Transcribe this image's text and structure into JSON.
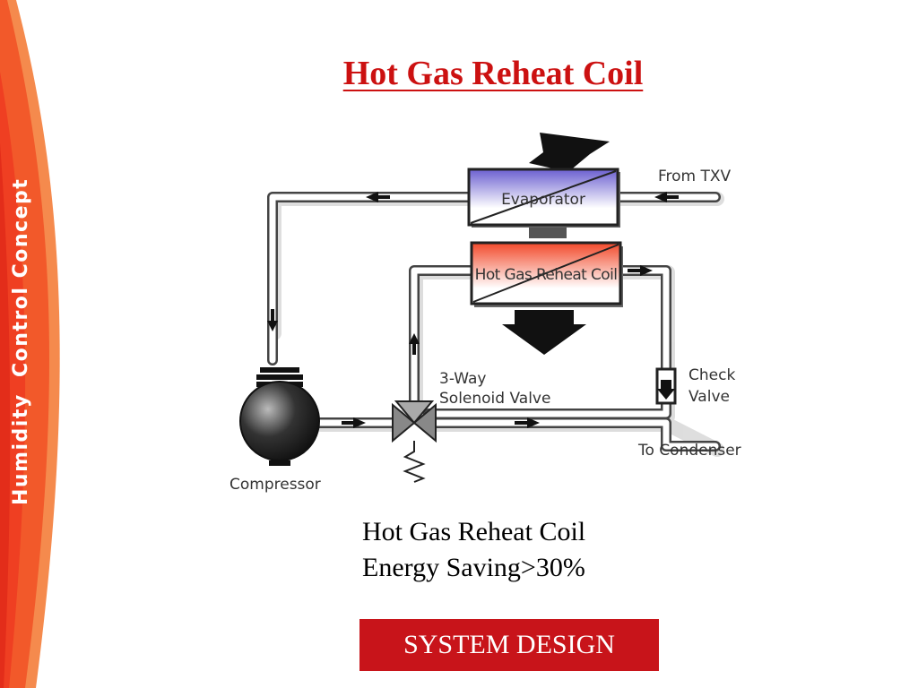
{
  "sidebar": {
    "label": "Humidity  Control Concept"
  },
  "title": "Hot Gas Reheat Coil",
  "diagram": {
    "evaporator": "Evaporator",
    "reheat_coil": "Hot Gas Reheat Coil",
    "from_txv": "From TXV",
    "check_valve": [
      "Check",
      "Valve"
    ],
    "solenoid_valve": [
      "3-Way",
      "Solenoid Valve"
    ],
    "to_condenser": "To Condenser",
    "compressor": "Compressor"
  },
  "caption": {
    "line1": "Hot Gas Reheat Coil",
    "line2": "Energy Saving>30%"
  },
  "button": {
    "label": "SYSTEM DESIGN"
  },
  "colors": {
    "accent_red": "#cc1111",
    "button_red": "#c8141a",
    "side_orange": "#f2592a"
  }
}
